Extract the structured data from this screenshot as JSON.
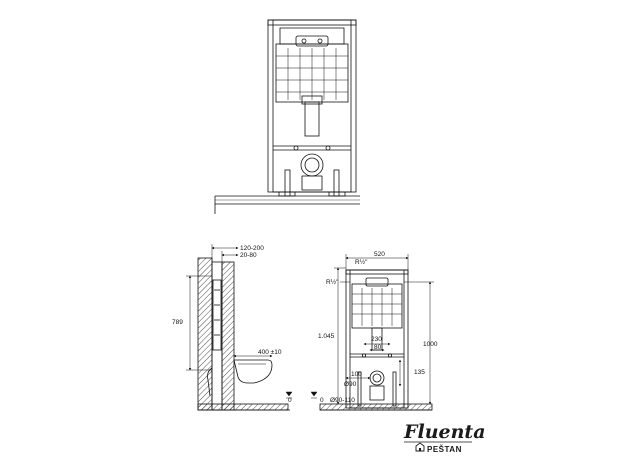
{
  "dimensions": {
    "wall_depth": "120-200",
    "wall_offset": "20-80",
    "height_789": "789",
    "pan_projection": "400 ±10",
    "zero_left": "0",
    "zero_right": "0",
    "width_520": "520",
    "water_inlet_top": "R½\"",
    "water_inlet_side": "R½\"",
    "height_1045": "1.045",
    "height_1000": "1000",
    "bolt_spacing": "230",
    "offset_80": "80",
    "offset_100": "100",
    "offset_135": "135",
    "drain_diameter": "Ø90",
    "drain_range": "Ø90-110"
  },
  "brand": {
    "name": "Fluenta",
    "sub": "PEŠTAN"
  }
}
